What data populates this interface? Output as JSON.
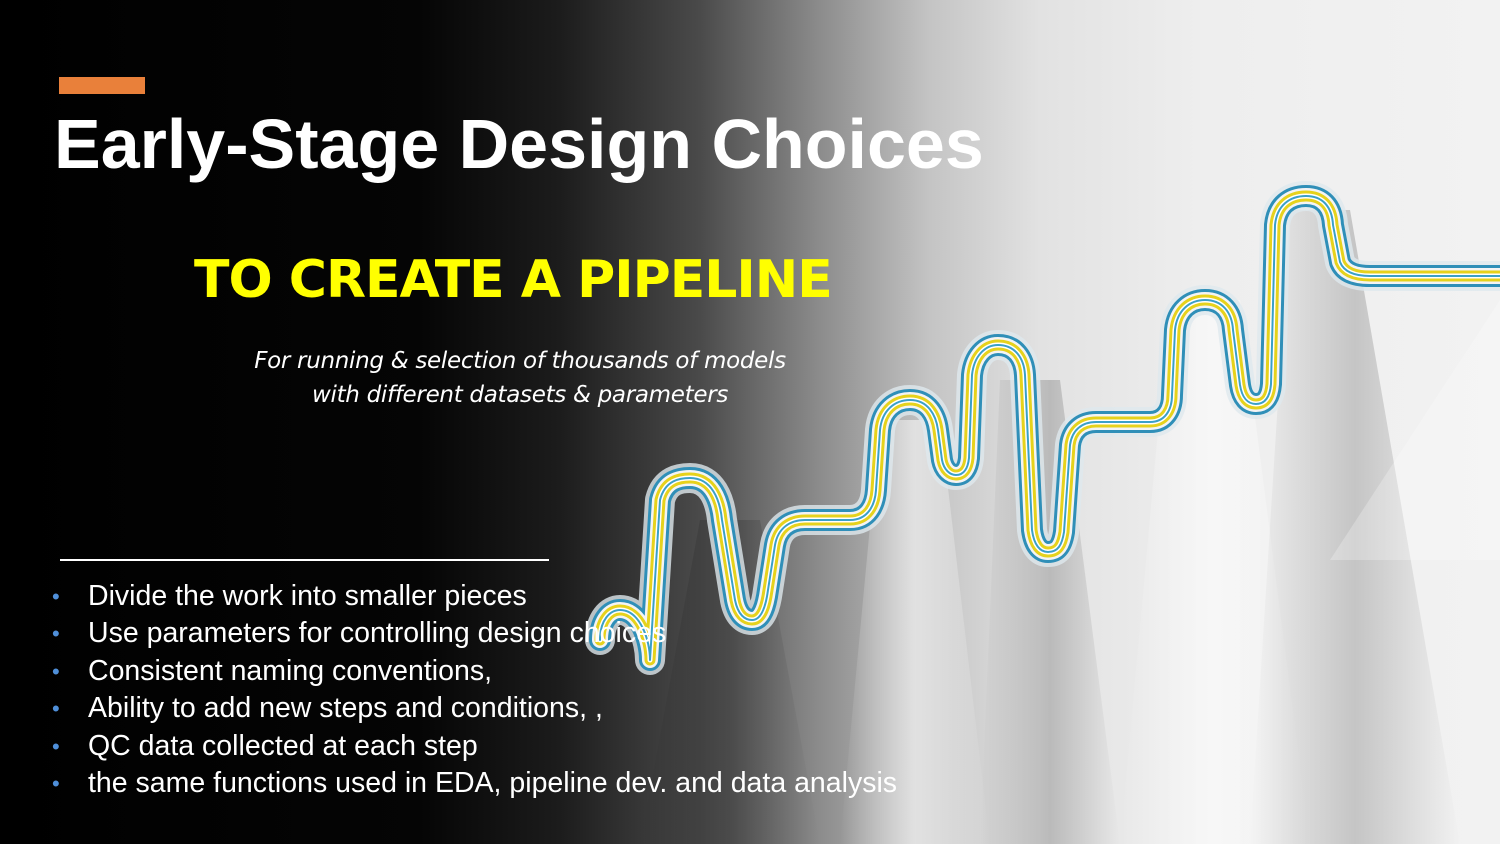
{
  "slide": {
    "title": "Early-Stage Design Choices",
    "subtitle": "TO CREATE A PIPELINE",
    "tagline": [
      "For running & selection of thousands of models",
      "with different datasets & parameters"
    ],
    "bullet_marker": "•",
    "bullets": [
      "Divide the work into smaller pieces",
      "Use parameters for controlling design choices",
      "Consistent naming conventions,",
      "Ability to add new steps and conditions, ,",
      "QC data collected at each step",
      "the same functions used in EDA, pipeline dev. and data analysis"
    ]
  },
  "colors": {
    "accent_bar": "#e9803a",
    "title": "#ffffff",
    "subtitle": "#ffff00",
    "bullet_marker": "#4f8fd9",
    "pipe_blue": "#2f8fb8",
    "pipe_yellow": "#e6d21c"
  },
  "background": {
    "icon": "pipeline-wave-illustration"
  }
}
